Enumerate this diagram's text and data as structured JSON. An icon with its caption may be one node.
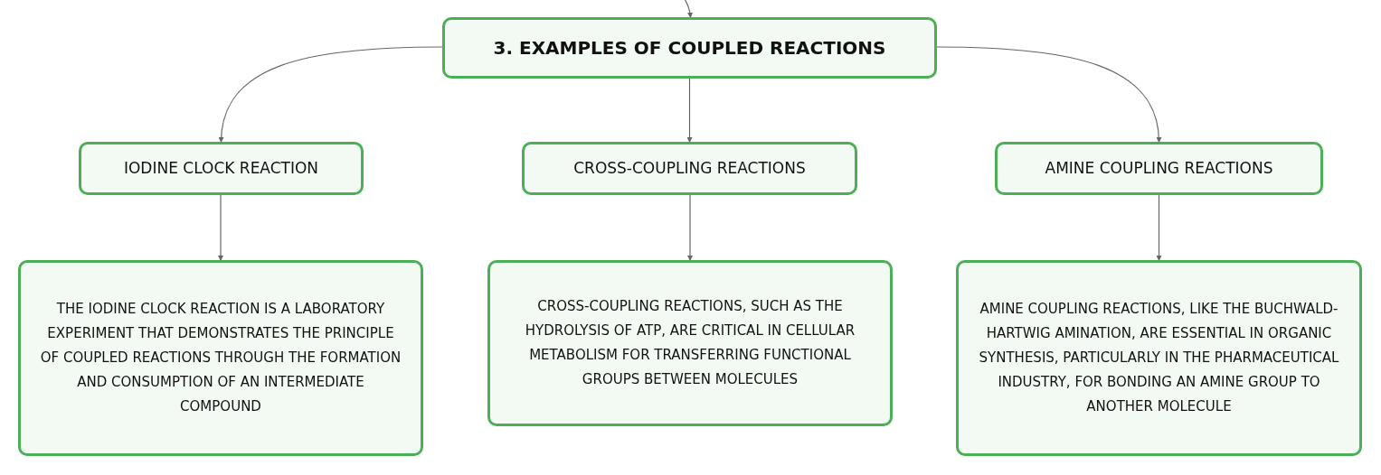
{
  "diagram": {
    "nodes": [
      {
        "text": [
          "3. EXAMPLES OF COUPLED REACTIONS"
        ]
      },
      {
        "text": [
          "IODINE CLOCK REACTION"
        ]
      },
      {
        "text": [
          "CROSS-COUPLING REACTIONS"
        ]
      },
      {
        "text": [
          "AMINE COUPLING REACTIONS"
        ]
      },
      {
        "text": [
          "THE IODINE CLOCK REACTION IS A LABORATORY EXPERIMENT THAT DEMONSTRATES THE PRINCIPLE OF COUPLED REACTIONS THROUGH THE FORMATION AND CONSUMPTION OF AN INTERMEDIATE COMPOUND"
        ]
      },
      {
        "text": [
          "CROSS-COUPLING REACTIONS, SUCH AS THE HYDROLYSIS OF ATP, ARE CRITICAL IN CELLULAR METABOLISM FOR TRANSFERRING FUNCTIONAL GROUPS BETWEEN MOLECULES"
        ]
      },
      {
        "text": [
          "AMINE COUPLING REACTIONS, LIKE THE BUCHWALD-HARTWIG AMINATION, ARE ESSENTIAL IN ORGANIC SYNTHESIS, PARTICULARLY IN THE PHARMACEUTICAL INDUSTRY, FOR BONDING AN AMINE GROUP TO ANOTHER MOLECULE"
        ]
      }
    ],
    "edges": [
      {
        "from": null,
        "to": 0,
        "arrow": "to"
      },
      {
        "from": 0,
        "to": 1,
        "arrow": "to"
      },
      {
        "from": 0,
        "to": 2,
        "arrow": "to"
      },
      {
        "from": 0,
        "to": 3,
        "arrow": "to"
      },
      {
        "from": 1,
        "to": 4,
        "arrow": "to"
      },
      {
        "from": 2,
        "to": 5,
        "arrow": "to"
      },
      {
        "from": 3,
        "to": 6,
        "arrow": "to"
      }
    ]
  }
}
